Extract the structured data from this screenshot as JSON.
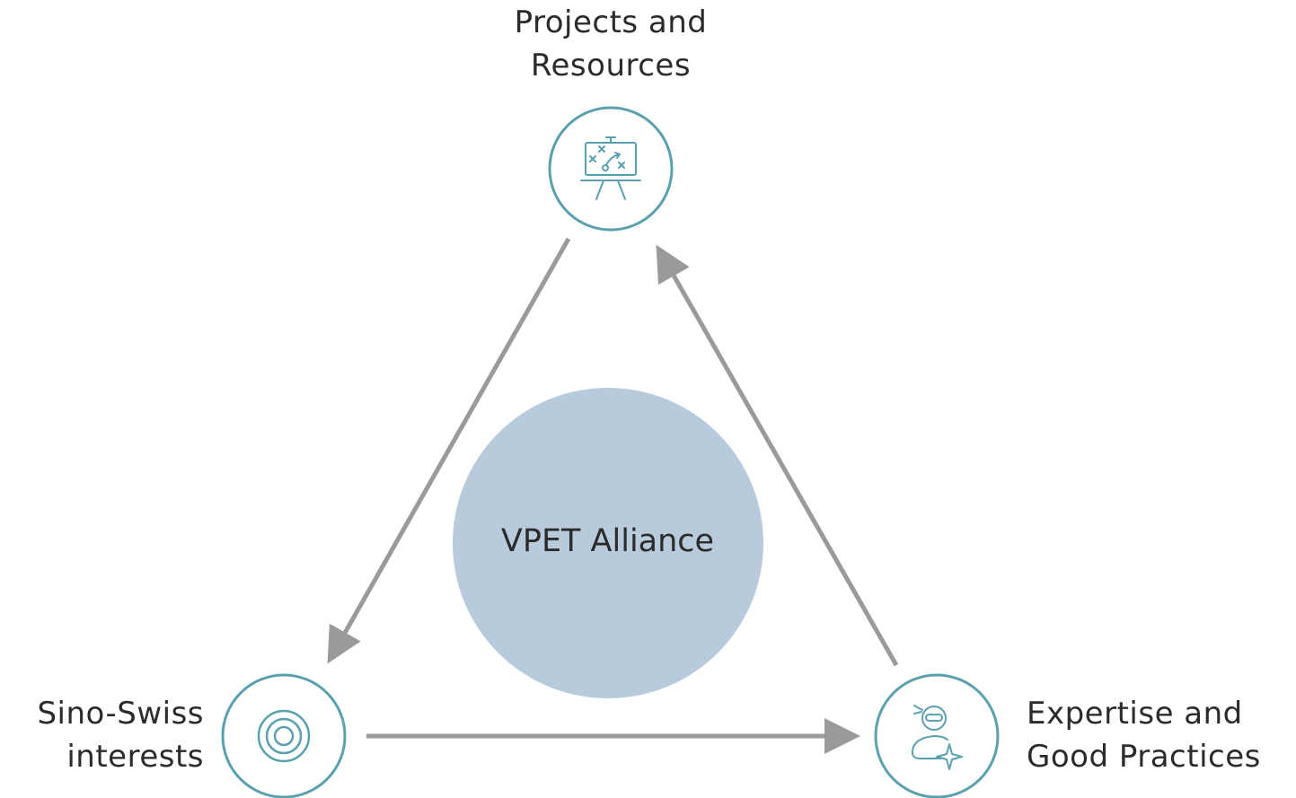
{
  "colors": {
    "node_ring": "#5aa0ae",
    "icon_stroke": "#5aa0ae",
    "arrow": "#9a9a98",
    "center_fill": "#b8cbdd",
    "text": "#2b2b2b"
  },
  "center": {
    "label": "VPET Alliance"
  },
  "nodes": {
    "top": {
      "line1": "Projects and",
      "line2": "Resources",
      "icon": "strategy-board-icon"
    },
    "left": {
      "line1": "Sino-Swiss",
      "line2": "interests",
      "icon": "target-icon"
    },
    "right": {
      "line1": "Expertise and",
      "line2": "Good Practices",
      "icon": "expert-star-icon"
    }
  },
  "edges": [
    {
      "from": "top",
      "to": "left"
    },
    {
      "from": "left",
      "to": "right"
    },
    {
      "from": "right",
      "to": "top"
    }
  ]
}
